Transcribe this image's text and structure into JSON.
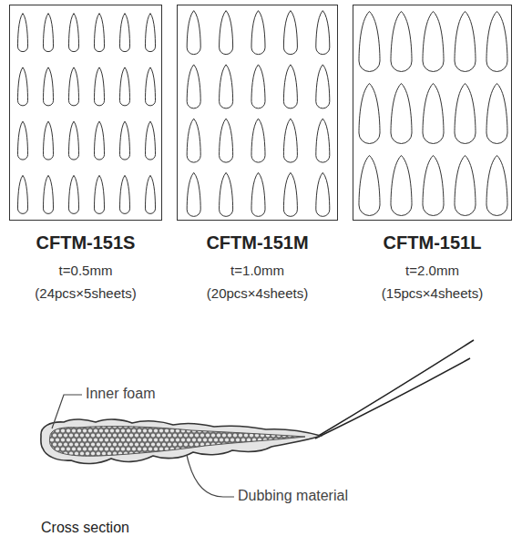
{
  "diagram": {
    "nodes": [
      {
        "text": [
          "CFTM-151S",
          "t=0.5mm",
          "(24pcs×5sheets)"
        ]
      },
      {
        "text": [
          "CFTM-151M",
          "t=1.0mm",
          "(20pcs×4sheets)"
        ]
      },
      {
        "text": [
          "CFTM-151L",
          "t=2.0mm",
          "(15pcs×4sheets)"
        ]
      }
    ],
    "labels": [
      "Inner foam",
      "Dubbing material",
      "Cross section"
    ]
  }
}
